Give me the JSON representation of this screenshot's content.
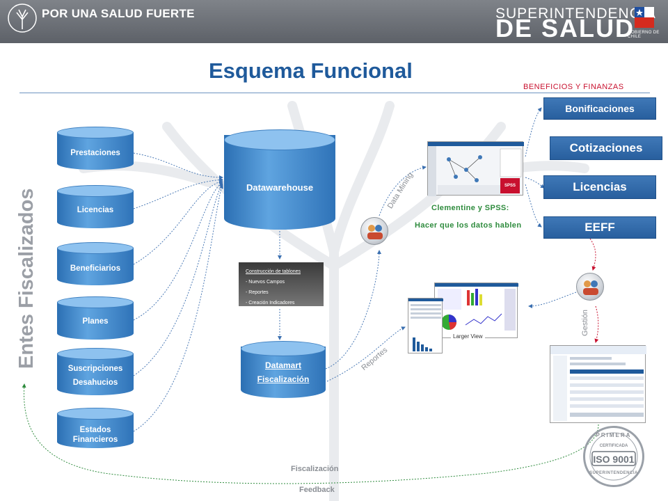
{
  "header": {
    "slogan": "POR UNA SALUD FUERTE",
    "org_line1": "SUPERINTENDENCIA",
    "org_line2": "DE SALUD",
    "gov_label": "GOBIERNO DE CHILE"
  },
  "title": "Esquema Funcional",
  "section_label": "BENEFICIOS Y FINANZAS",
  "vertical_label": "Entes Fiscalizados",
  "sources": [
    {
      "label": "Prestaciones"
    },
    {
      "label": "Licencias"
    },
    {
      "label": "Beneficiarios"
    },
    {
      "label": "Planes"
    },
    {
      "label_1": "Suscripciones",
      "label_2": "Desahucios"
    },
    {
      "label_1": "Estados",
      "label_2": "Financieros"
    }
  ],
  "warehouse": {
    "label": "Datawarehouse"
  },
  "construction": {
    "heading": "Construcción de tablones",
    "items": [
      "- Nuevos Campos",
      "- Reportes",
      "- Creación Indicadores"
    ]
  },
  "datamart": {
    "line1": "Datamart",
    "line2": "Fiscalización"
  },
  "tools": {
    "line1": "Clementine y SPSS:",
    "line2": "Hacer que los datos hablen",
    "spss_badge": "SPSS"
  },
  "outputs": [
    "Bonificaciones",
    "Cotizaciones",
    "Licencias",
    "EEFF"
  ],
  "flow_labels": {
    "data_mining": "Data Mining",
    "reportes": "Reportes",
    "gestion": "Gestión",
    "larger_view": "Larger View",
    "fiscalizacion": "Fiscalización",
    "feedback": "Feedback"
  },
  "iso": {
    "top": "PRIMERA",
    "certified": "CERTIFICADA",
    "badge": "ISO 9001",
    "bottom": "SUPERINTENDENCIA"
  },
  "colors": {
    "accent_blue": "#1f5a9b",
    "section_red": "#c8102e",
    "green_text": "#2e8b3d"
  }
}
